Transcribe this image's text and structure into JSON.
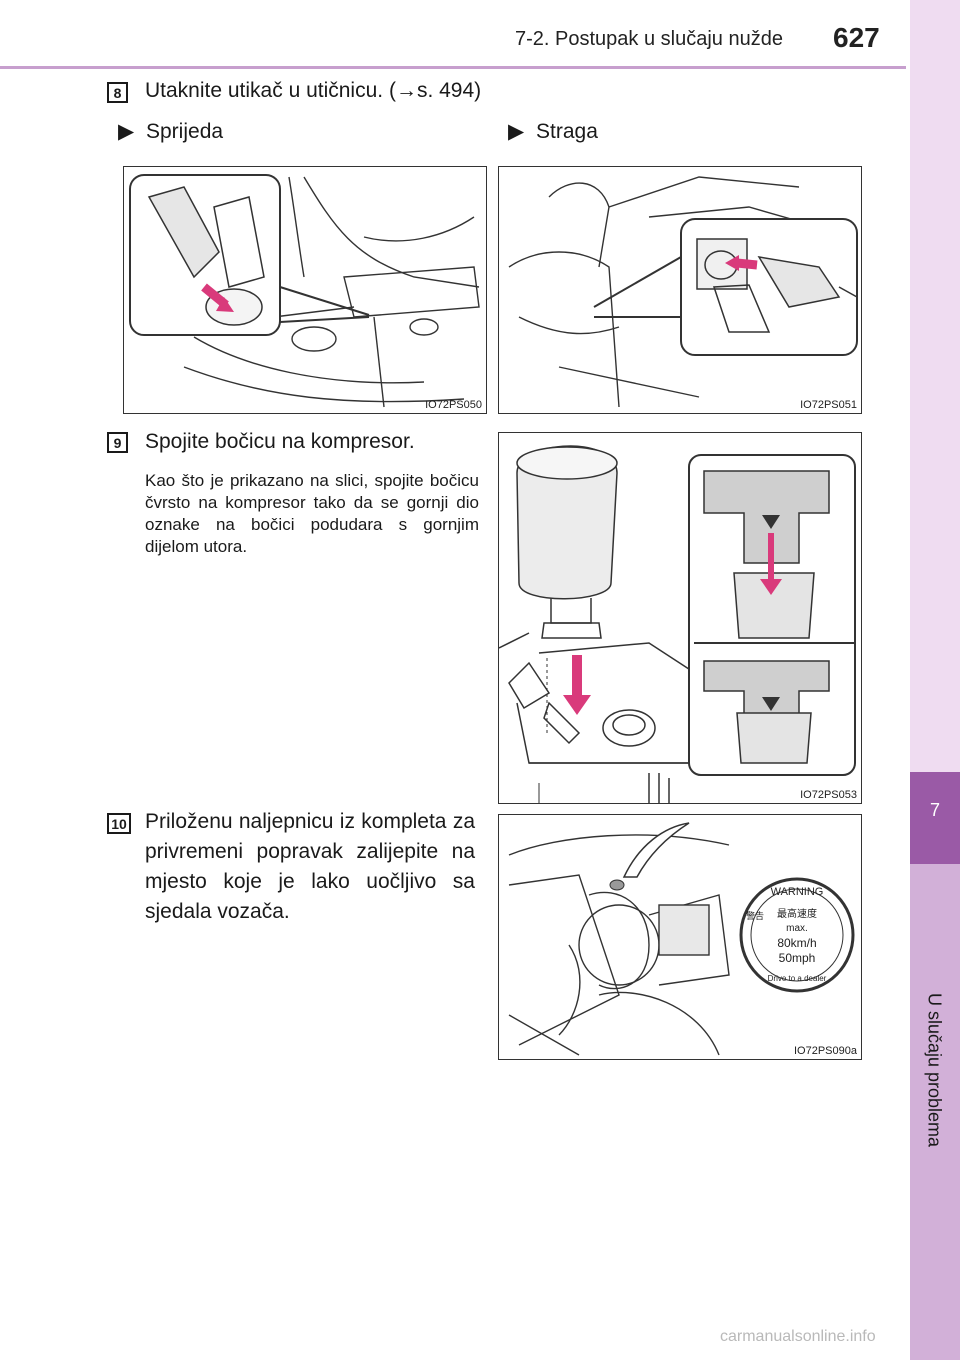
{
  "header": {
    "section": "7-2. Postupak u slučaju nužde",
    "page_number": "627"
  },
  "side_tab": {
    "chapter_number": "7",
    "chapter_title": "U slučaju problema"
  },
  "steps": [
    {
      "number": "8",
      "text": "Utaknite utikač u utičnicu. (→s. 494)",
      "options": [
        {
          "label": "Sprijeda",
          "image_code": "IO72PS050"
        },
        {
          "label": "Straga",
          "image_code": "IO72PS051"
        }
      ]
    },
    {
      "number": "9",
      "text": "Spojite bočicu na kompresor.",
      "note": "Kao što je prikazano na slici, spojite bočicu čvrsto na kompresor tako da se gornji dio oznake na bočici podudara s gornjim dijelom utora.",
      "image_code": "IO72PS053"
    },
    {
      "number": "10",
      "text": "Priloženu naljepnicu iz kompleta za privremeni popravak zalijepite na mjesto koje je lako uočljivo sa sjedala vozača.",
      "image_code": "IO72PS090a",
      "sticker": {
        "warning": "WARNING",
        "japanese_top": "警告",
        "speed_label": "最高速度",
        "max": "max.",
        "kmh": "80km/h",
        "mph": "50mph",
        "bottom_text": "Drive to a dealer"
      }
    }
  ],
  "footer": {
    "watermark": "carmanualsonline.info"
  },
  "colors": {
    "accent": "#9a5aa6",
    "tab_light": "#efdcf1",
    "tab_mid": "#d2b0d8",
    "header_line": "#c79fce"
  }
}
